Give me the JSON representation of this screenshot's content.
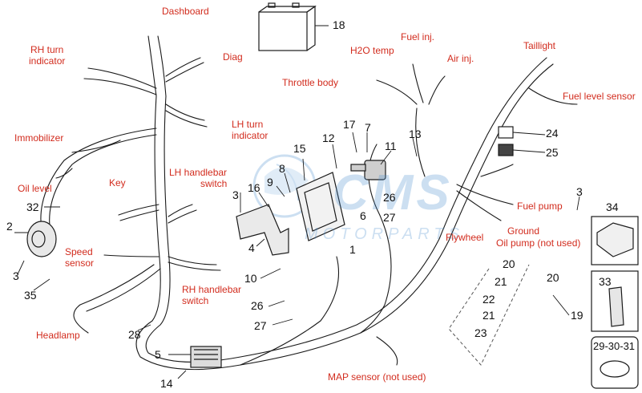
{
  "labels": {
    "dashboard": "Dashboard",
    "rh_turn_indicator_1": "RH turn",
    "rh_turn_indicator_2": "indicator",
    "diag": "Diag",
    "lh_turn_indicator_1": "LH turn",
    "lh_turn_indicator_2": "indicator",
    "immobilizer": "Immobilizer",
    "oil_level": "Oil level",
    "key": "Key",
    "lh_handlebar_switch_1": "LH handlebar",
    "lh_handlebar_switch_2": "switch",
    "speed_sensor_1": "Speed",
    "speed_sensor_2": "sensor",
    "rh_handlebar_switch_1": "RH handlebar",
    "rh_handlebar_switch_2": "switch",
    "headlamp": "Headlamp",
    "throttle_body": "Throttle body",
    "h2o_temp": "H2O temp",
    "fuel_inj": "Fuel inj.",
    "air_inj": "Air inj.",
    "taillight": "Taillight",
    "fuel_level_sensor": "Fuel level sensor",
    "fuel_pump": "Fuel pump",
    "ground": "Ground",
    "oil_pump": "Oil pump (not used)",
    "flywheel": "Flywheel",
    "map_sensor": "MAP sensor (not used)"
  },
  "numbers": {
    "n18": "18",
    "n17": "17",
    "n7": "7",
    "n12": "12",
    "n11": "11",
    "n13": "13",
    "n15": "15",
    "n8": "8",
    "n9": "9",
    "n16": "16",
    "n3a": "3",
    "n4": "4",
    "n6": "6",
    "n1": "1",
    "n10": "10",
    "n26a": "26",
    "n27a": "27",
    "n24": "24",
    "n25": "25",
    "n3b": "3",
    "n34": "34",
    "n2": "2",
    "n3c": "3",
    "n35": "35",
    "n32": "32",
    "n28": "28",
    "n5": "5",
    "n14": "14",
    "n26b": "26",
    "n27b": "27",
    "n20a": "20",
    "n20b": "20",
    "n21a": "21",
    "n21b": "21",
    "n22": "22",
    "n23": "23",
    "n19": "19",
    "n33": "33",
    "n29_30_31": "29-30-31"
  },
  "watermark": {
    "brand": "CMS",
    "sub": "MOTORPARTS"
  },
  "colors": {
    "label": "#d22c1e",
    "line": "#1a1a1a",
    "watermark": "#4a8fd0"
  }
}
